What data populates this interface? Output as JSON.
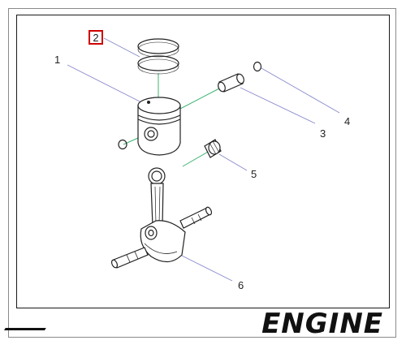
{
  "callouts": {
    "c1": "1",
    "c2": "2",
    "c3": "3",
    "c4": "4",
    "c5": "5",
    "c6": "6"
  },
  "brand": {
    "logo_text": "ENGINE"
  },
  "colors": {
    "highlight": "#d00000",
    "leader": "#8888cc",
    "assembly_line": "#3cb371"
  },
  "highlighted_callout": "2"
}
